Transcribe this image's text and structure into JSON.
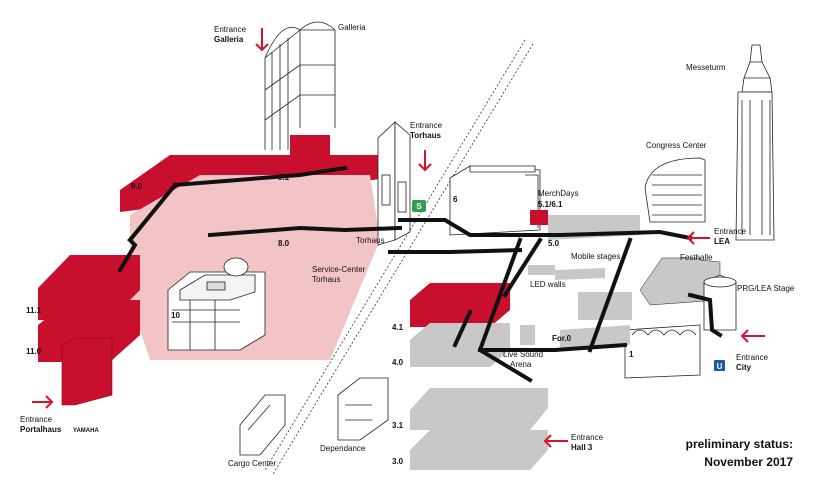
{
  "buildings": {
    "galleria": "Galleria",
    "messeturm": "Messeturm",
    "congress_center": "Congress Center",
    "service_center_1": "Service-Center",
    "service_center_2": "Torhaus",
    "torhaus_small": "Torhaus",
    "festhalle": "Festhalle",
    "prg_lea_stage": "PRG/LEA Stage",
    "cargo_center": "Cargo Center",
    "dependance": "Dependance",
    "merchdays": "MerchDays",
    "mobile_stages": "Mobile stages",
    "led_walls": "LED walls",
    "live_sound_arena_1": "Live Sound",
    "live_sound_arena_2": "Arena"
  },
  "halls": {
    "h9_0": "9.0",
    "h8_0": "8.0",
    "h9_1": "9.1",
    "h11_1": "11.1",
    "h11_0": "11.0",
    "h10": "10",
    "h6": "6",
    "h5_1_6_1": "5.1/6.1",
    "h5_0": "5.0",
    "h4_1": "4.1",
    "h4_0": "4.0",
    "h3_1": "3.1",
    "h3_0": "3.0",
    "h1": "1",
    "for_0": "For.0"
  },
  "entrances": {
    "galleria": {
      "line1": "Entrance",
      "line2": "Galleria"
    },
    "torhaus": {
      "line1": "Entrance",
      "line2": "Torhaus"
    },
    "lea": {
      "line1": "Entrance",
      "line2": "LEA"
    },
    "city": {
      "line1": "Entrance",
      "line2": "City"
    },
    "hall3": {
      "line1": "Entrance",
      "line2": "Hall 3"
    },
    "portalhaus": {
      "line1": "Entrance",
      "line2": "Portalhaus",
      "sponsor": "YAMAHA"
    }
  },
  "transit": {
    "sbahn": "S",
    "ubahn": "U"
  },
  "status": {
    "line1": "preliminary status:",
    "line2": "November 2017"
  },
  "colors": {
    "red": "#c8102e",
    "pink": "#f2c4c6",
    "grey": "#c8c8c8",
    "green": "#2e9e4f",
    "ubahn_blue": "#1a5aa8",
    "arrow_red": "#d4142a"
  }
}
